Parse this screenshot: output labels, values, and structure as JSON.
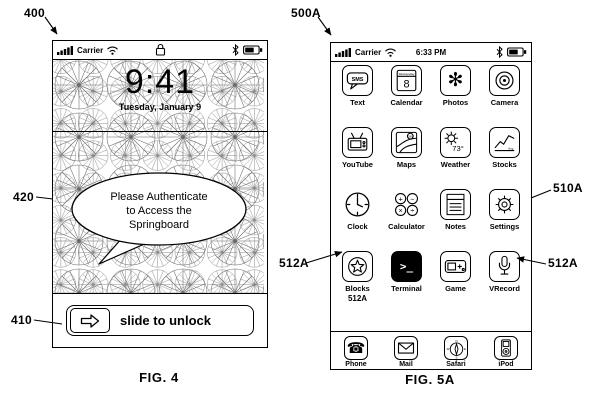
{
  "fig4": {
    "ref": "400",
    "bubble_ref": "420",
    "slider_ref": "410",
    "caption": "FIG. 4",
    "status": {
      "carrier": "Carrier",
      "icons": [
        "signal-strength-icon",
        "wifi-icon",
        "lock-icon",
        "bluetooth-icon",
        "battery-icon"
      ]
    },
    "time": "9:41",
    "date": "Tuesday, January 9",
    "bubble": {
      "line1": "Please Authenticate",
      "line2": "to Access the",
      "line3": "Springboard"
    },
    "slider": {
      "label": "slide to unlock",
      "icon": "right-arrow-icon"
    },
    "wallpaper_icon": "dandelion-pattern"
  },
  "fig5a": {
    "ref": "500A",
    "phone_ref": "510A",
    "left_icon_ref": "512A",
    "right_icon_ref": "512A",
    "blocks_ref": "512A",
    "caption": "FIG. 5A",
    "status": {
      "carrier": "Carrier",
      "time": "6:33 PM",
      "icons": [
        "signal-strength-icon",
        "wifi-icon",
        "bluetooth-icon",
        "battery-icon"
      ]
    },
    "apps": [
      {
        "label": "Text",
        "icon": "sms-bubble-icon",
        "icon_text": "SMS"
      },
      {
        "label": "Calendar",
        "icon": "calendar-icon",
        "icon_text": "Wednesday",
        "icon_text2": "8"
      },
      {
        "label": "Photos",
        "icon": "flower-icon",
        "glyph": "✻"
      },
      {
        "label": "Camera",
        "icon": "camera-lens-icon"
      },
      {
        "label": "YouTube",
        "icon": "tv-icon"
      },
      {
        "label": "Maps",
        "icon": "map-icon",
        "icon_text": "280"
      },
      {
        "label": "Weather",
        "icon": "sun-icon",
        "icon_text": "73°"
      },
      {
        "label": "Stocks",
        "icon": "stock-chart-icon",
        "icon_text": "Aug"
      },
      {
        "label": "Clock",
        "icon": "clock-icon"
      },
      {
        "label": "Calculator",
        "icon": "calculator-icon",
        "ops": [
          "+",
          "−",
          "×",
          "÷"
        ]
      },
      {
        "label": "Notes",
        "icon": "notepad-icon"
      },
      {
        "label": "Settings",
        "icon": "gear-icon"
      },
      {
        "label": "Blocks",
        "icon": "star-in-circle-icon"
      },
      {
        "label": "Terminal",
        "icon": "terminal-prompt-icon",
        "icon_text": ">_"
      },
      {
        "label": "Game",
        "icon": "game-console-icon"
      },
      {
        "label": "VRecord",
        "icon": "microphone-icon"
      }
    ],
    "dock": [
      {
        "label": "Phone",
        "icon": "phone-handset-icon",
        "glyph": "☎"
      },
      {
        "label": "Mail",
        "icon": "envelope-icon"
      },
      {
        "label": "Safari",
        "icon": "compass-icon",
        "dirs": [
          "N",
          "E",
          "S",
          "W"
        ]
      },
      {
        "label": "iPod",
        "icon": "ipod-icon"
      }
    ]
  }
}
